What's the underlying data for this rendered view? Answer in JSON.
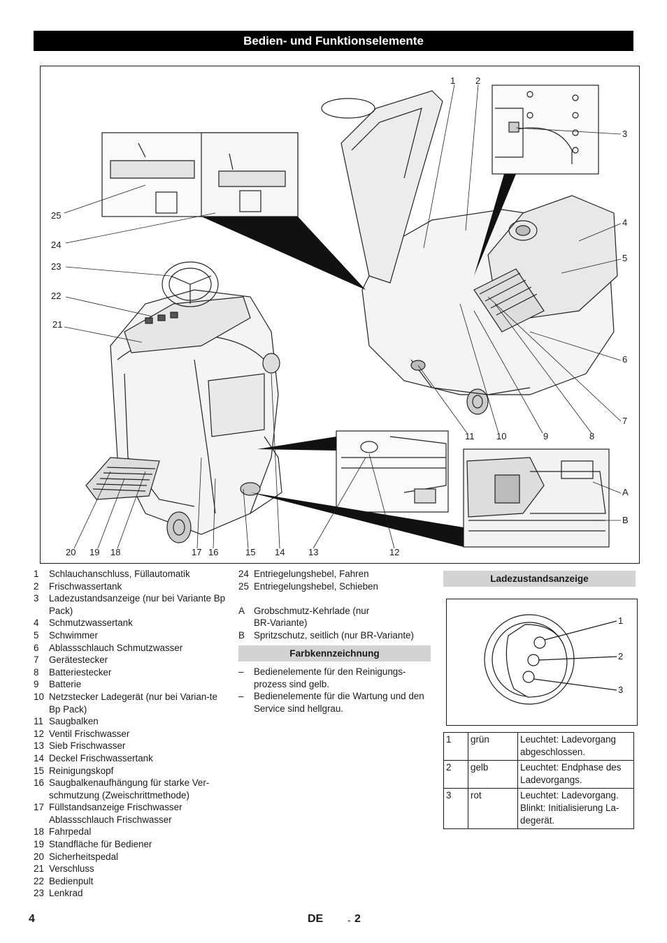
{
  "header": {
    "title": "Bedien- und Funktionselemente"
  },
  "figure": {
    "callouts": {
      "c1": "1",
      "c2": "2",
      "c3": "3",
      "c4": "4",
      "c5": "5",
      "c6": "6",
      "c7": "7",
      "c8": "8",
      "c9": "9",
      "c10": "10",
      "c11": "11",
      "c12": "12",
      "c13": "13",
      "c14": "14",
      "c15": "15",
      "c16": "16",
      "c17": "17",
      "c18": "18",
      "c19": "19",
      "c20": "20",
      "c21": "21",
      "c22": "22",
      "c23": "23",
      "c24": "24",
      "c25": "25",
      "cA": "A",
      "cB": "B"
    }
  },
  "legend": {
    "items": [
      {
        "num": "1",
        "text": "Schlauchanschluss, Füllautomatik"
      },
      {
        "num": "2",
        "text": "Frischwassertank"
      },
      {
        "num": "3",
        "text": "Ladezustandsanzeige (nur bei Variante Bp Pack)"
      },
      {
        "num": "4",
        "text": "Schmutzwassertank"
      },
      {
        "num": "5",
        "text": "Schwimmer"
      },
      {
        "num": "6",
        "text": "Ablassschlauch Schmutzwasser"
      },
      {
        "num": "7",
        "text": "Gerätestecker"
      },
      {
        "num": "8",
        "text": "Batteriestecker"
      },
      {
        "num": "9",
        "text": "Batterie"
      },
      {
        "num": "10",
        "text": "Netzstecker Ladegerät (nur bei Varian-te Bp Pack)"
      },
      {
        "num": "11",
        "text": "Saugbalken"
      },
      {
        "num": "12",
        "text": "Ventil Frischwasser"
      },
      {
        "num": "13",
        "text": "Sieb Frischwasser"
      },
      {
        "num": "14",
        "text": "Deckel Frischwassertank"
      },
      {
        "num": "15",
        "text": "Reinigungskopf"
      },
      {
        "num": "16",
        "text": "Saugbalkenaufhängung für starke Ver-schmutzung (Zweischrittmethode)"
      },
      {
        "num": "17",
        "text": "Füllstandsanzeige Frischwasser Ablassschlauch Frischwasser"
      },
      {
        "num": "18",
        "text": "Fahrpedal"
      },
      {
        "num": "19",
        "text": "Standfläche für Bediener"
      },
      {
        "num": "20",
        "text": "Sicherheitspedal"
      },
      {
        "num": "21",
        "text": "Verschluss"
      },
      {
        "num": "22",
        "text": "Bedienpult"
      },
      {
        "num": "23",
        "text": "Lenkrad"
      },
      {
        "num": "24",
        "text": "Entriegelungshebel, Fahren"
      },
      {
        "num": "25",
        "text": "Entriegelungshebel, Schieben"
      },
      {
        "num": "A",
        "text": "Grobschmutz-Kehrlade (nur BR-Variante)"
      },
      {
        "num": "B",
        "text": "Spritzschutz, seitlich (nur BR-Variante)"
      }
    ]
  },
  "colour_coding": {
    "heading": "Farbkennzeichnung",
    "bullet": "–",
    "items": [
      "Bedienelemente für den Reinigungs-prozess sind gelb.",
      "Bedienelemente für die Wartung und den Service sind hellgrau."
    ]
  },
  "charge_indicator": {
    "heading": "Ladezustandsanzeige",
    "callouts": [
      "1",
      "2",
      "3"
    ],
    "table": [
      {
        "num": "1",
        "colour": "grün",
        "meaning": "Leuchtet: Ladevorgang abgeschlossen."
      },
      {
        "num": "2",
        "colour": "gelb",
        "meaning": "Leuchtet: Endphase des Ladevorgangs."
      },
      {
        "num": "3",
        "colour": "rot",
        "meaning": "Leuchtet: Ladevorgang. Blinkt: Initialisierung La-degerät."
      }
    ]
  },
  "footer": {
    "page": "4",
    "lang": "DE",
    "sep": "-",
    "sub": "2"
  }
}
